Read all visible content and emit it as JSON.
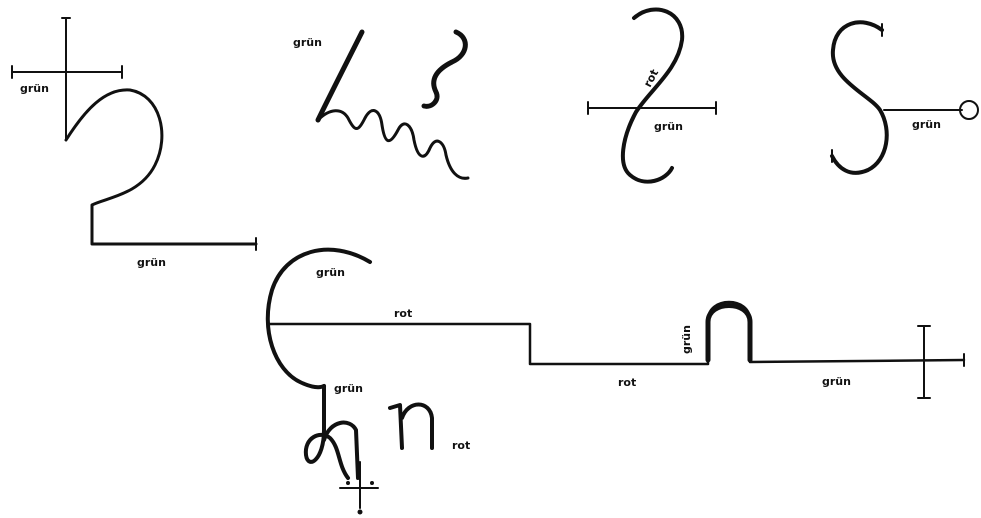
{
  "labels": {
    "g1": "grün",
    "g2": "grün",
    "g3": "grün",
    "g4": "rot",
    "g5": "grün",
    "g6": "grün",
    "g7": "grün",
    "g8": "rot",
    "g9": "rot",
    "g10": "grün",
    "g11": "grün",
    "g12": "grün",
    "g13": "rot"
  },
  "colors": {
    "ink": "#111111",
    "background": "#ffffff"
  }
}
